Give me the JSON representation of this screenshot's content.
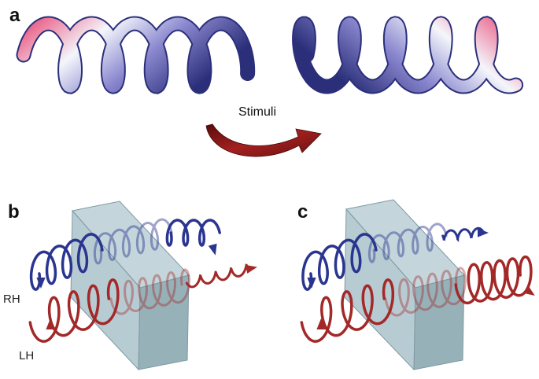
{
  "panels": {
    "a": {
      "label": "a",
      "stimulus": "Stimuli"
    },
    "b": {
      "label": "b",
      "rh": "RH",
      "lh": "LH"
    },
    "c": {
      "label": "c"
    }
  },
  "colors": {
    "helix_pink": "#e9547e",
    "helix_lavender": "#8a87cf",
    "helix_white": "#f4f6fb",
    "helix_navy": "#2b2f7a",
    "arrow_red": "#8b1a1a",
    "rh_blue": "#2a3590",
    "lh_red": "#a32828",
    "block_face": "#a7c0c8",
    "block_edge": "#7f9aa3"
  }
}
